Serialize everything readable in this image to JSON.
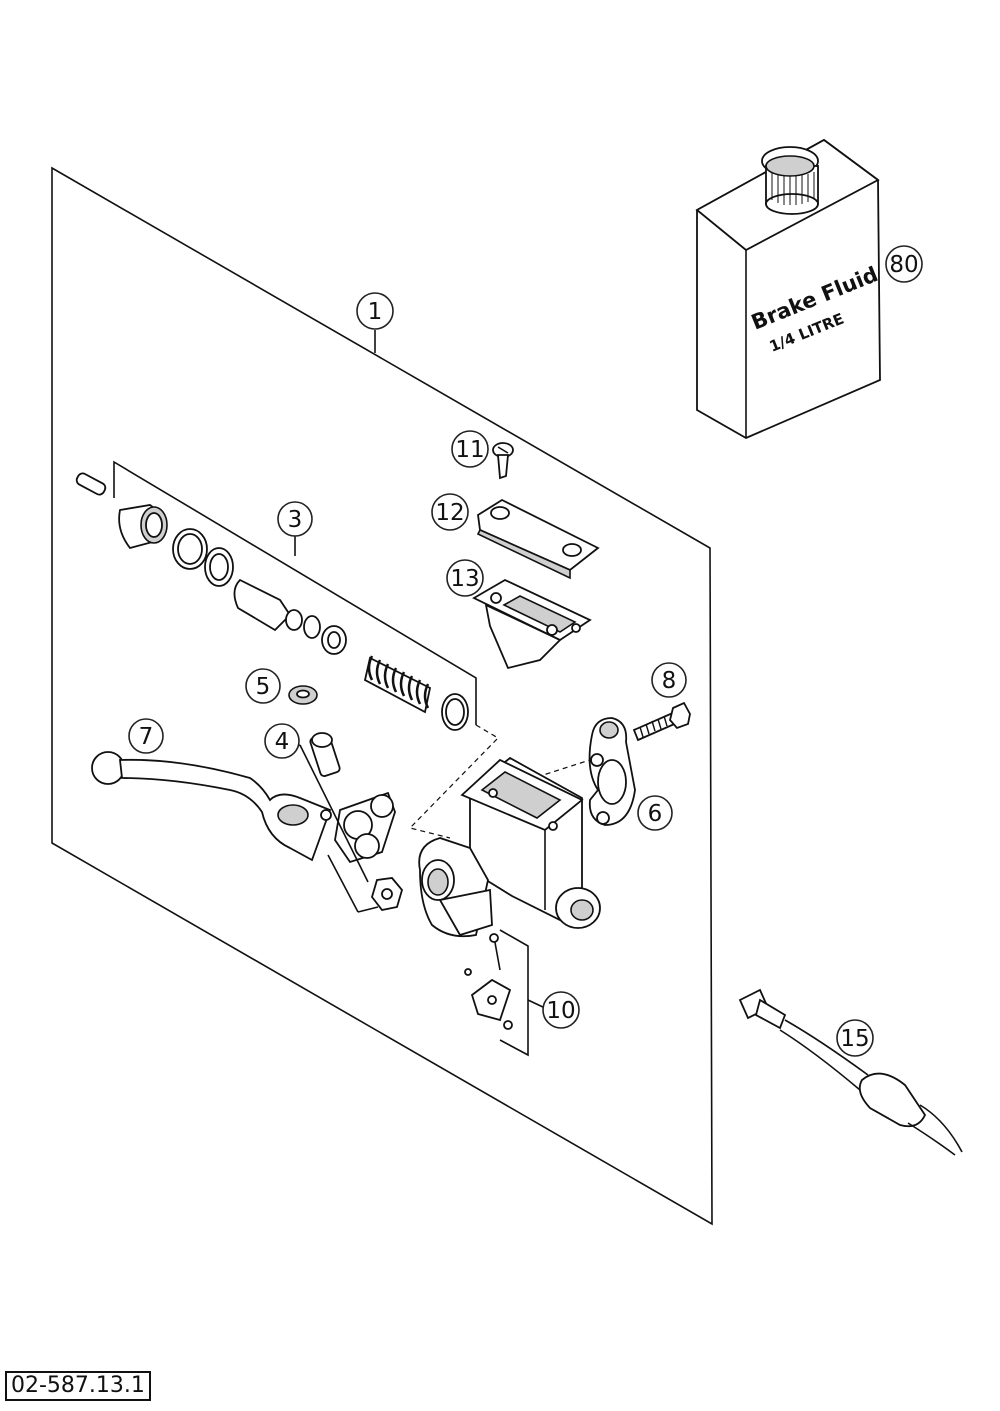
{
  "document_number": "02-587.13.1",
  "brake_fluid_can": {
    "label_line1": "Brake Fluid",
    "label_line2": "1/4 LITRE"
  },
  "callouts": [
    {
      "id": "callout-1",
      "text": "1"
    },
    {
      "id": "callout-3",
      "text": "3"
    },
    {
      "id": "callout-4",
      "text": "4"
    },
    {
      "id": "callout-5",
      "text": "5"
    },
    {
      "id": "callout-6",
      "text": "6"
    },
    {
      "id": "callout-7",
      "text": "7"
    },
    {
      "id": "callout-8",
      "text": "8"
    },
    {
      "id": "callout-10",
      "text": "10"
    },
    {
      "id": "callout-11",
      "text": "11"
    },
    {
      "id": "callout-12",
      "text": "12"
    },
    {
      "id": "callout-13",
      "text": "13"
    },
    {
      "id": "callout-15",
      "text": "15"
    },
    {
      "id": "callout-80",
      "text": "80"
    }
  ]
}
